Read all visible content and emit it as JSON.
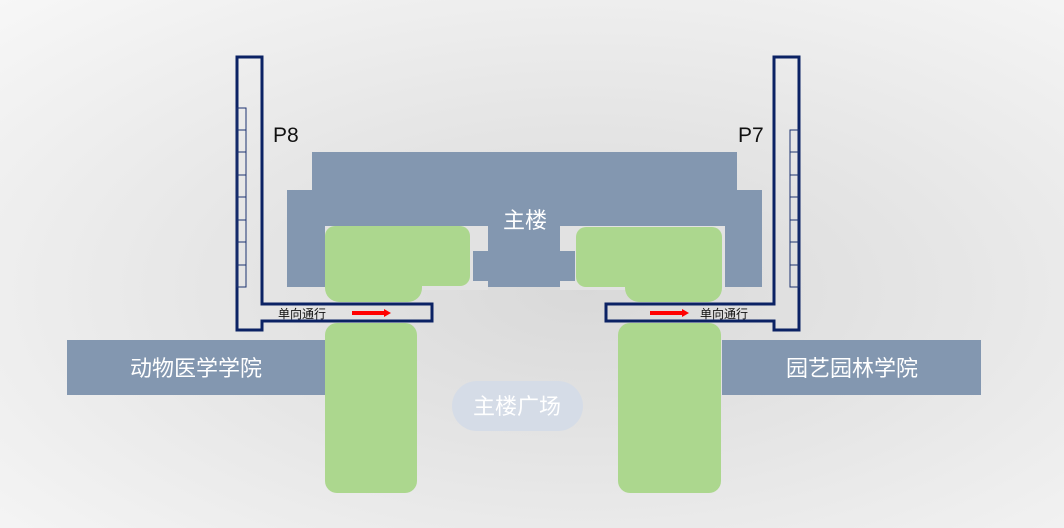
{
  "map": {
    "main_building": "主楼",
    "plaza": "主楼广场",
    "west_building": "动物医学学院",
    "east_building": "园艺园林学院",
    "parking_west": "P8",
    "parking_east": "P7",
    "one_way_west": "单向通行",
    "one_way_east": "单向通行"
  },
  "colors": {
    "building": "#8397b0",
    "greenery": "#acd78e",
    "parking_outline": "#0b2264",
    "arrow": "#ff0000",
    "plaza": "#d5dce7"
  }
}
